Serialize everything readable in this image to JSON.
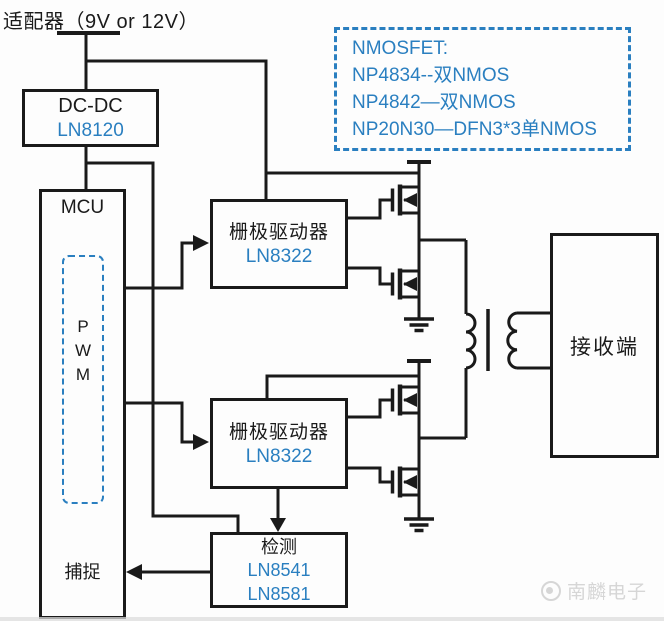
{
  "colors": {
    "line": "#1a1a1a",
    "blue": "#2a7fc0",
    "watermark": "#d6d6d6"
  },
  "adapter": {
    "label": "适配器（9V or 12V）"
  },
  "blocks": {
    "dcdc": {
      "title": "DC-DC",
      "part": "LN8120"
    },
    "mcu": {
      "title": "MCU",
      "pwm": [
        "P",
        "W",
        "M"
      ],
      "capture": "捕捉"
    },
    "gate_driver_1": {
      "title": "栅极驱动器",
      "part": "LN8322"
    },
    "gate_driver_2": {
      "title": "栅极驱动器",
      "part": "LN8322"
    },
    "detection": {
      "title": "检测",
      "parts": [
        "LN8541",
        "LN8581"
      ]
    },
    "receiver": {
      "title": "接收端"
    }
  },
  "nmosfet_note": {
    "lines": [
      "NMOSFET:",
      "NP4834--双NMOS",
      "NP4842—双NMOS",
      "NP20N30—DFN3*3单NMOS"
    ]
  },
  "watermark": {
    "text": "南麟电子"
  }
}
